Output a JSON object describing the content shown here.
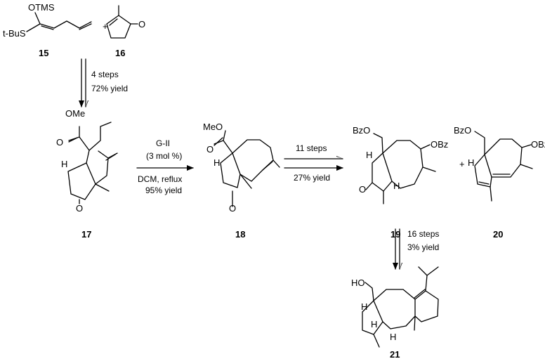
{
  "compounds": {
    "c15": {
      "number": "15",
      "labels": {
        "otms": "OTMS",
        "tbus": "t-BuS"
      }
    },
    "c16": {
      "number": "16",
      "labels": {
        "o": "O"
      }
    },
    "c17": {
      "number": "17",
      "labels": {
        "ome": "OMe",
        "o_ester": "O",
        "h": "H",
        "o_ketone": "O"
      }
    },
    "c18": {
      "number": "18",
      "labels": {
        "meo": "MeO",
        "o_ester": "O",
        "h": "H",
        "o_ketone": "O"
      }
    },
    "c19": {
      "number": "19",
      "labels": {
        "bzo": "BzO",
        "obz": "OBz",
        "h1": "H",
        "h2": "H",
        "o": "O"
      }
    },
    "c20": {
      "number": "20",
      "labels": {
        "bzo": "BzO",
        "obz": "OBz",
        "h": "H"
      }
    },
    "c21": {
      "number": "21",
      "labels": {
        "ho": "HO",
        "h1": "H",
        "h2": "H",
        "h3": "H"
      }
    }
  },
  "plus_signs": [
    "+",
    "+"
  ],
  "arrows": {
    "a1": {
      "line1": "4 steps",
      "line2": "72% yield"
    },
    "a2": {
      "line1": "G-II",
      "line2": "(3 mol %)",
      "line3": "DCM, reflux",
      "line4": "95% yield"
    },
    "a3": {
      "line1": "11 steps",
      "line2": "27% yield"
    },
    "a4": {
      "line1": "16 steps",
      "line2": "3% yield"
    }
  }
}
